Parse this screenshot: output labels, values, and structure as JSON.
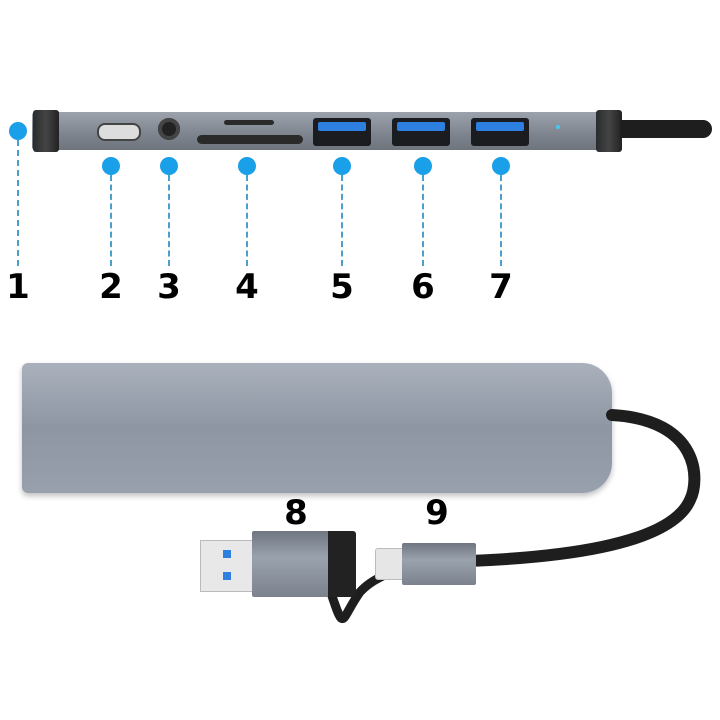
{
  "labels": {
    "top": [
      "1",
      "2",
      "3",
      "4",
      "5",
      "6",
      "7"
    ],
    "bottom": [
      "8",
      "9"
    ]
  },
  "ports": [
    {
      "num": "1",
      "kind": "end-cap"
    },
    {
      "num": "2",
      "kind": "usb-c-port"
    },
    {
      "num": "3",
      "kind": "audio-jack"
    },
    {
      "num": "4",
      "kind": "sd-tf-card-slots"
    },
    {
      "num": "5",
      "kind": "usb-a-3.0-port"
    },
    {
      "num": "6",
      "kind": "usb-a-3.0-port"
    },
    {
      "num": "7",
      "kind": "usb-a-3.0-port"
    },
    {
      "num": "8",
      "kind": "usb-a-connector"
    },
    {
      "num": "9",
      "kind": "usb-c-connector"
    }
  ],
  "colors": {
    "callout": "#1aa0e8",
    "usb_blue": "#2d7fe0",
    "aluminum": "#8e949d",
    "cable": "#1e1e1e"
  }
}
